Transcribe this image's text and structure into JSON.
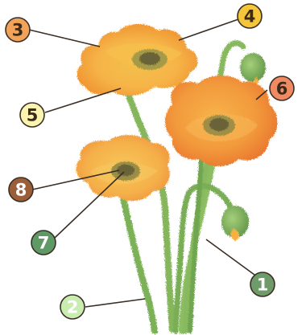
{
  "markers": [
    {
      "number": "1",
      "color": "#6f9a6a",
      "text_color": "#ffffff"
    },
    {
      "number": "2",
      "color": "#c9ecb1",
      "text_color": "#ffffff"
    },
    {
      "number": "3",
      "color": "#f2a35a",
      "text_color": "#3b2a1a"
    },
    {
      "number": "4",
      "color": "#f6c63a",
      "text_color": "#3b2a1a"
    },
    {
      "number": "5",
      "color": "#fbf3b0",
      "text_color": "#3b2a1a"
    },
    {
      "number": "6",
      "color": "#f08a62",
      "text_color": "#3b2a1a"
    },
    {
      "number": "7",
      "color": "#5f9a66",
      "text_color": "#ffffff"
    },
    {
      "number": "8",
      "color": "#9a5f38",
      "text_color": "#ffffff"
    }
  ],
  "colors": {
    "petal_light": "#fbc25a",
    "petal_mid": "#f6a83e",
    "petal_deep": "#ef8a2c",
    "petal_orange": "#ee7f3c",
    "center": "#6a6238",
    "center_ring": "#a79a4a",
    "stem": "#7fb65c",
    "stem_dark": "#5f9a48"
  }
}
